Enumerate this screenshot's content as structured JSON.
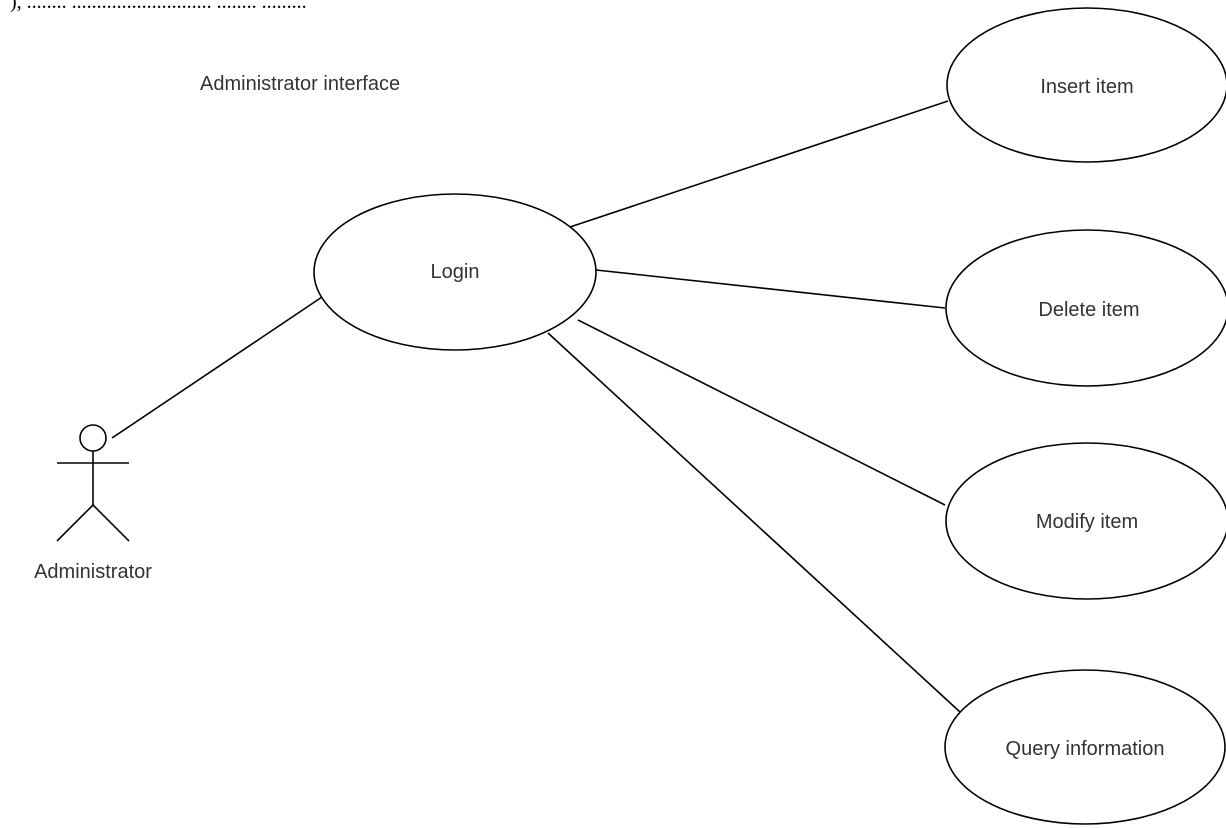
{
  "caption_fragment": "), ........ ............................ ........ .........",
  "title": "Administrator interface",
  "actor": {
    "label": "Administrator"
  },
  "use_cases": {
    "login": "Login",
    "insert": "Insert item",
    "delete": "Delete item",
    "modify": "Modify item",
    "query": "Query information"
  },
  "colors": {
    "stroke": "#000000",
    "text": "#333333",
    "background": "#ffffff"
  }
}
